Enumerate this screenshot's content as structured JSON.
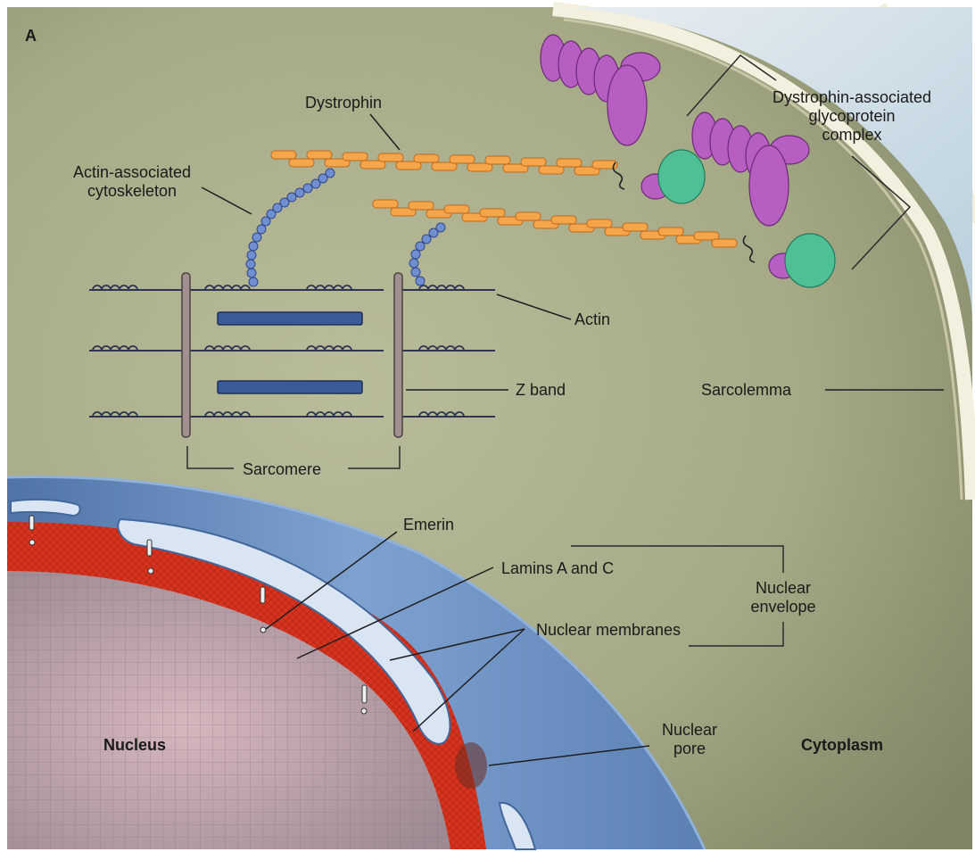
{
  "panel_letter": "A",
  "labels": {
    "dystrophin": "Dystrophin",
    "actin_cytoskeleton_1": "Actin-associated",
    "actin_cytoskeleton_2": "cytoskeleton",
    "dgc_1": "Dystrophin-associated",
    "dgc_2": "glycoprotein",
    "dgc_3": "complex",
    "actin": "Actin",
    "z_band": "Z band",
    "sarcolemma": "Sarcolemma",
    "sarcomere": "Sarcomere",
    "emerin": "Emerin",
    "lamins": "Lamins A and C",
    "nuclear_envelope_1": "Nuclear",
    "nuclear_envelope_2": "envelope",
    "nuclear_membranes": "Nuclear membranes",
    "nuclear_pore_1": "Nuclear",
    "nuclear_pore_2": "pore",
    "nucleus": "Nucleus",
    "cytoplasm": "Cytoplasm"
  },
  "colors": {
    "cytoplasm": "#a9ad8c",
    "sarcolemma": "#f2eedc",
    "dystrophin": "#f5a54a",
    "actin_beads": "#6f8fd0",
    "glycoprotein": "#b65ec2",
    "glycoprotein_green": "#4fbf95",
    "myosin": "#3b5a9a",
    "nuclear_envelope": "#6e95c8",
    "lamina": "#d9321f",
    "nucleus": "#c9a7ae"
  }
}
